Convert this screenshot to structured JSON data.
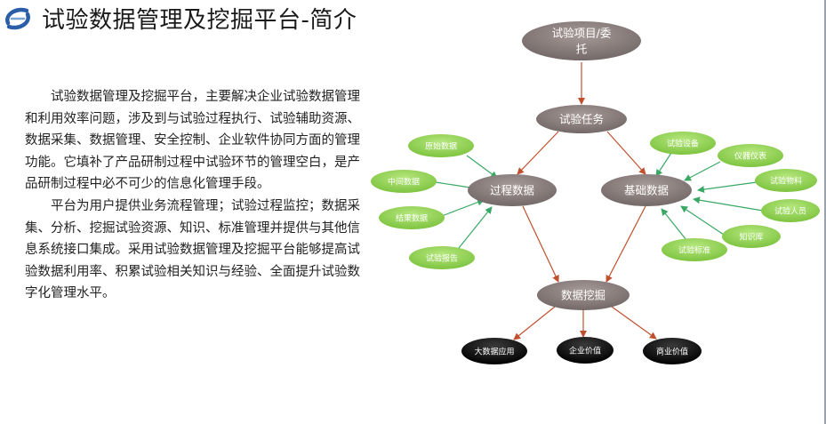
{
  "header": {
    "title": "试验数据管理及挖掘平台-简介"
  },
  "intro": {
    "paragraphs": [
      "试验数据管理及挖掘平台，主要解决企业试验数据管理和利用效率问题，涉及到与试验过程执行、试验辅助资源、数据采集、数据管理、安全控制、企业软件协同方面的管理功能。它填补了产品研制过程中试验环节的管理空白，是产品研制过程中必不可少的信息化管理手段。",
      "平台为用户提供业务流程管理；试验过程监控；数据采集、分析、挖掘试验资源、知识、标准管理并提供与其他信息系统接口集成。采用试验数据管理及挖掘平台能够提高试验数据利用率、积累试验相关知识与经验、全面提升试验数字化管理水平。"
    ]
  },
  "diagram": {
    "nodes": {
      "project": {
        "line1": "试验项目/委",
        "line2": "托"
      },
      "task": "试验任务",
      "process_data": "过程数据",
      "base_data": "基础数据",
      "mining": "数据挖掘",
      "raw_data": "原始数据",
      "intermediate_data": "中间数据",
      "result_data": "结果数据",
      "test_report": "试验报告",
      "test_equipment": "试验设备",
      "instruments": "仪器仪表",
      "test_materials": "试验物料",
      "test_personnel": "试验人员",
      "knowledge_base": "知识库",
      "test_standards": "试验标准",
      "big_data_app": "大数据应用",
      "enterprise_value": "企业价值",
      "business_value": "商业价值"
    },
    "colors": {
      "gray_node": "#857a79",
      "green_node": "#8fd14f",
      "black_node": "#111111",
      "brown_arrow": "#c0502e",
      "green_arrow": "#3aa865"
    }
  }
}
